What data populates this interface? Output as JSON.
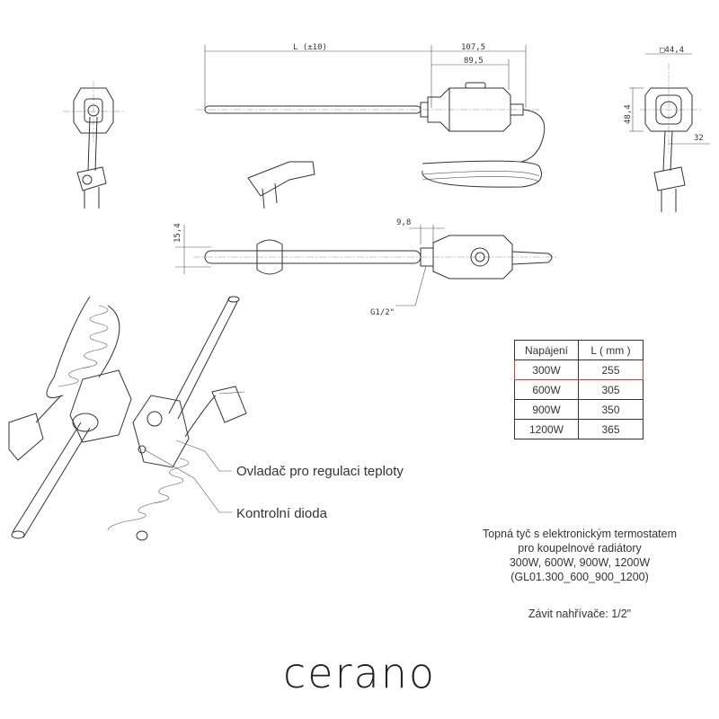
{
  "dimensions": {
    "length": "L  (±10)",
    "total_head": "107,5",
    "head": "89,5",
    "square": "□44,4",
    "height": "48,4",
    "offset": "32",
    "diameter": "15,4",
    "thread_len": "9,8",
    "thread": "G1/2\""
  },
  "callouts": {
    "controller": "Ovladač pro regulaci teploty",
    "diode": "Kontrolní dioda"
  },
  "spec_table": {
    "headers": [
      "Napájení",
      "L ( mm )"
    ],
    "rows": [
      {
        "power": "300W",
        "length": "255",
        "highlighted": true
      },
      {
        "power": "600W",
        "length": "305"
      },
      {
        "power": "900W",
        "length": "350"
      },
      {
        "power": "1200W",
        "length": "365"
      }
    ],
    "highlight_color": "#e33333"
  },
  "description": {
    "line1": "Topná tyč s elektronickým termostatem",
    "line2": "pro koupelnové radiátory",
    "line3": "300W, 600W, 900W, 1200W",
    "line4": "(GL01.300_600_900_1200)",
    "thread": "Závit nahřívače: 1/2\""
  },
  "brand": "cerano"
}
